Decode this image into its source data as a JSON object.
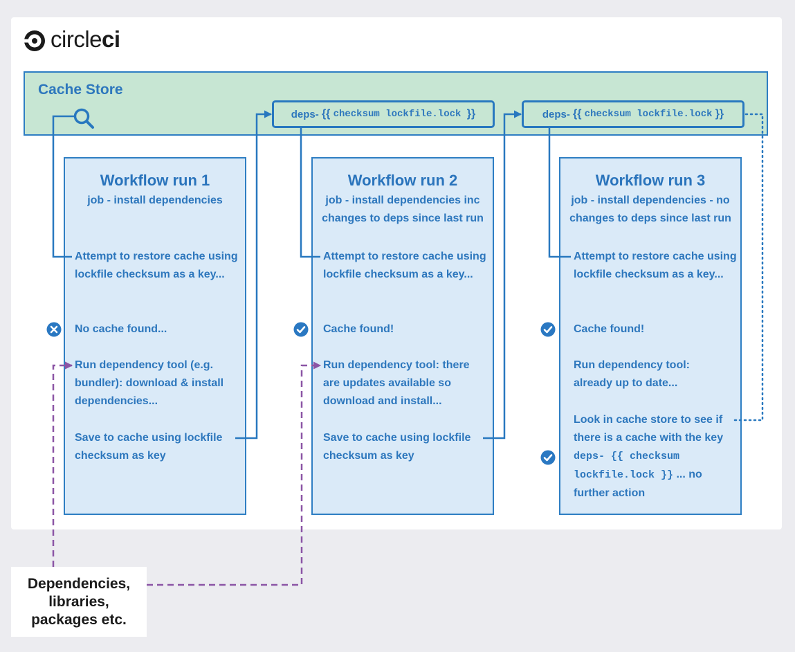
{
  "brand": {
    "logo_text_light": "circle",
    "logo_text_bold": "ci"
  },
  "cache_store": {
    "title": "Cache Store",
    "key_prefix": "deps-",
    "key_open": "{{",
    "key_body": "checksum lockfile.lock",
    "key_close": "}}"
  },
  "workflows": [
    {
      "title": "Workflow run 1",
      "subtitle": "job - install dependencies",
      "steps": [
        "Attempt to restore cache using lockfile checksum as a key...",
        "No cache found...",
        "Run dependency tool (e.g. bundler): download & install dependencies...",
        "Save to cache using lockfile checksum as key"
      ],
      "status": "error"
    },
    {
      "title": "Workflow run 2",
      "subtitle": "job - install dependencies inc changes to deps since last run",
      "steps": [
        "Attempt to restore cache using lockfile checksum as a key...",
        "Cache found!",
        "Run dependency tool: there are updates available so download and install...",
        "Save to cache using lockfile checksum as key"
      ],
      "status": "success"
    },
    {
      "title": "Workflow run 3",
      "subtitle": "job - install dependencies - no changes to deps since last run",
      "steps": [
        "Attempt to restore cache using lockfile checksum as a key...",
        "Cache found!",
        "Run dependency tool: already up to date...",
        "Look in cache store to see if there is a cache with the key",
        "deps- {{ checksum lockfile.lock }}",
        "... no further action"
      ],
      "status": "success"
    }
  ],
  "dependencies_label": "Dependencies, libraries, packages etc.",
  "icons": {
    "search": "search-icon",
    "error": "x-circle-icon",
    "success": "check-circle-icon"
  },
  "colors": {
    "primary_blue": "#2d77bd",
    "store_green": "#c7e6d3",
    "column_fill": "#daeaf8",
    "error_blue": "#2a78c2",
    "dependency_purple": "#8b55a5",
    "background": "#ececf0"
  }
}
